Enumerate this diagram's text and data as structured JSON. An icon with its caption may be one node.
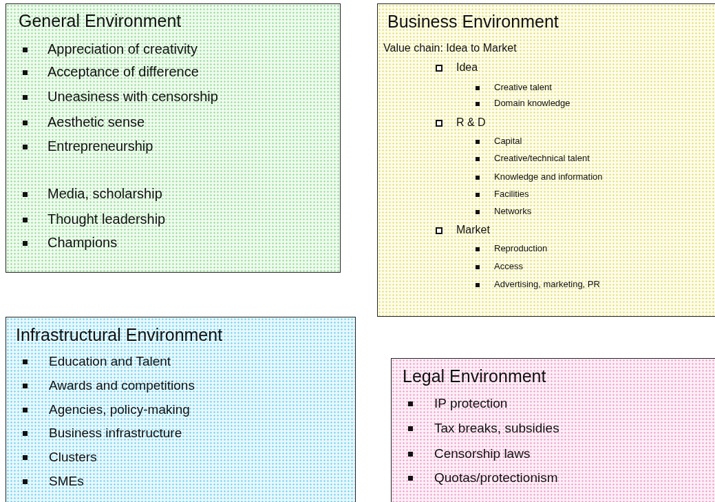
{
  "diagram": {
    "nodes": [
      {
        "text": [
          "General Environment",
          "Appreciation of creativity",
          "Acceptance of difference",
          "Uneasiness with censorship",
          "Aesthetic sense",
          "Entrepreneurship",
          "Media, scholarship",
          "Thought leadership",
          "Champions"
        ]
      },
      {
        "text": [
          "Business Environment",
          "Value chain: Idea to Market",
          "Idea",
          "Creative talent",
          "Domain knowledge",
          "R & D",
          "Capital",
          "Creative/technical talent",
          "Knowledge and information",
          "Facilities",
          "Networks",
          "Market",
          "Reproduction",
          "Access",
          "Advertising, marketing, PR"
        ]
      },
      {
        "text": [
          "Infrastructural Environment",
          "Education and Talent",
          "Awards and competitions",
          "Agencies, policy-making",
          "Business infrastructure",
          "Clusters",
          "SMEs"
        ]
      },
      {
        "text": [
          "Legal Environment",
          "IP protection",
          "Tax breaks, subsidies",
          "Censorship laws",
          "Quotas/protectionism"
        ]
      }
    ],
    "edges": []
  }
}
